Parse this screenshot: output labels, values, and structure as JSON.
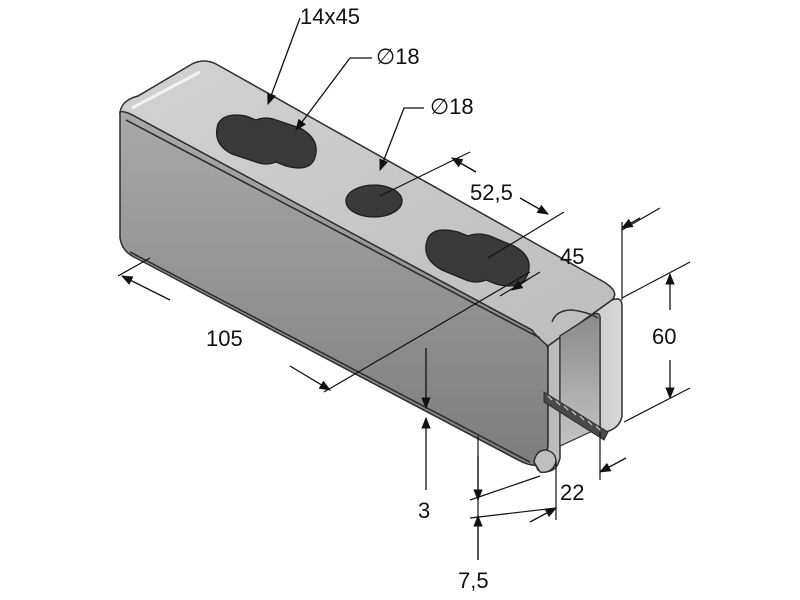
{
  "drawing": {
    "labels": {
      "slot": "14x45",
      "hole_a": "∅18",
      "hole_b": "∅18",
      "pitch": "52,5",
      "depth": "45",
      "height": "60",
      "length": "105",
      "thickness": "3",
      "opening": "22",
      "lip": "7,5"
    },
    "colors": {
      "steel_light": "#c9c9c9",
      "steel_mid": "#9a9a9a",
      "steel_dark": "#6e6e6e",
      "hole": "#3a3a3a",
      "line": "#111111"
    }
  }
}
